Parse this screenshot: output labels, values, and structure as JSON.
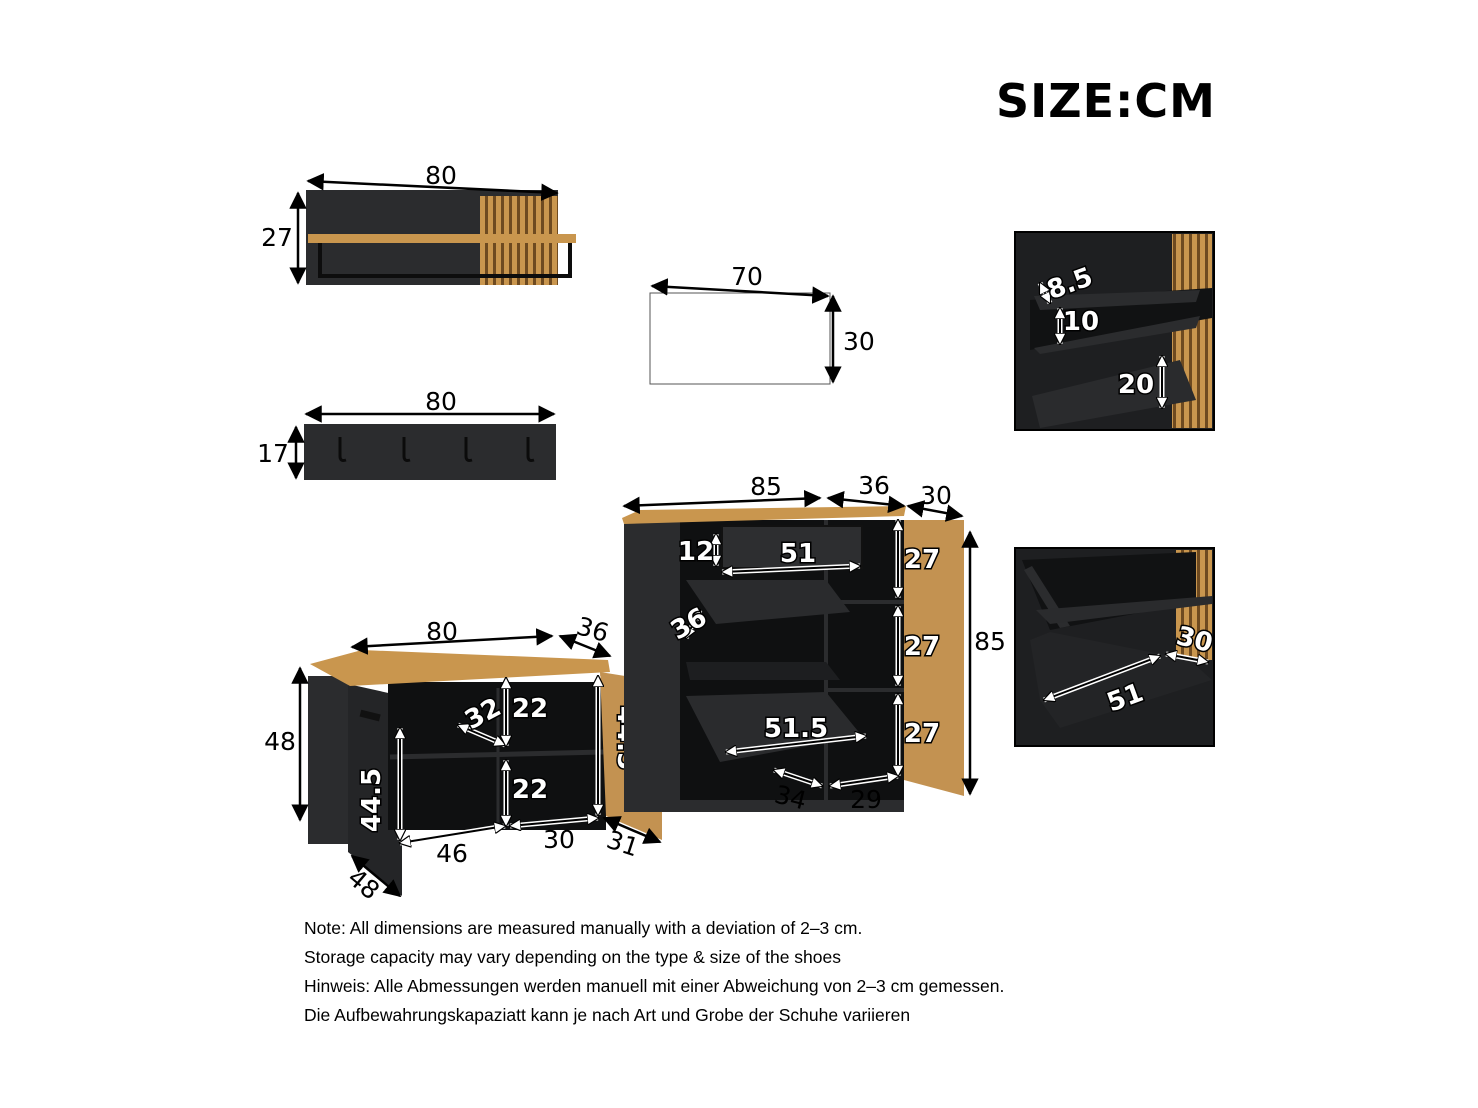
{
  "title": "SIZE:CM",
  "colors": {
    "panel": "#2b2c2e",
    "panel_dark": "#1e1f21",
    "interior": "#111213",
    "wood": "#c9964e",
    "wood_dark": "#8a6230"
  },
  "dimensions": {
    "shelf_width": "80",
    "shelf_height": "27",
    "mirror_width": "70",
    "mirror_height": "30",
    "hook_width": "80",
    "hook_height": "17",
    "bench_width": "80",
    "bench_depth": "36",
    "bench_height": "48",
    "bench_inner_depth": "32",
    "bench_compartment_top": "22",
    "bench_compartment_bottom": "22",
    "bench_door_height": "44.5",
    "bench_side_height": "44.5",
    "bench_inner_width_left": "46",
    "bench_inner_width_right": "30",
    "bench_door_depth": "31",
    "bench_side_depth": "48",
    "cabinet_width": "85",
    "cabinet_depth": "36",
    "cabinet_door_depth": "30",
    "cabinet_height": "85",
    "drawer_height": "12",
    "drawer_width": "51",
    "flap_depth": "36",
    "flap_width": "51.5",
    "compartment_1": "27",
    "compartment_2": "27",
    "compartment_3": "27",
    "bottom_depth_left": "34",
    "bottom_depth_right": "29",
    "detail1_gap": "8.5",
    "detail1_shelf": "10",
    "detail1_height": "20",
    "detail2_depth": "30",
    "detail2_width": "51"
  },
  "notes": [
    "Note: All dimensions are measured manually with a deviation of 2–3 cm.",
    "Storage capacity may vary depending on the type & size of the shoes",
    "Hinweis: Alle Abmessungen werden manuell mit einer Abweichung von 2–3 cm gemessen.",
    "Die Aufbewahrungskapaziatt kann je nach Art und Grobe der Schuhe variieren"
  ]
}
